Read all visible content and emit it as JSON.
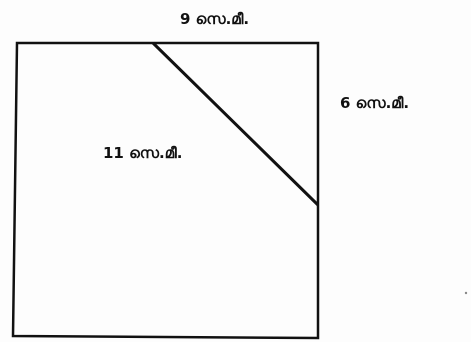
{
  "diagram": {
    "labels": {
      "top_segment": "9 സെ.മീ.",
      "right_segment": "6 സെ.മീ.",
      "diagonal_cut": "11 സെ.മീ."
    },
    "colors": {
      "stroke": "#111111",
      "background": "#fdfdfd"
    }
  }
}
